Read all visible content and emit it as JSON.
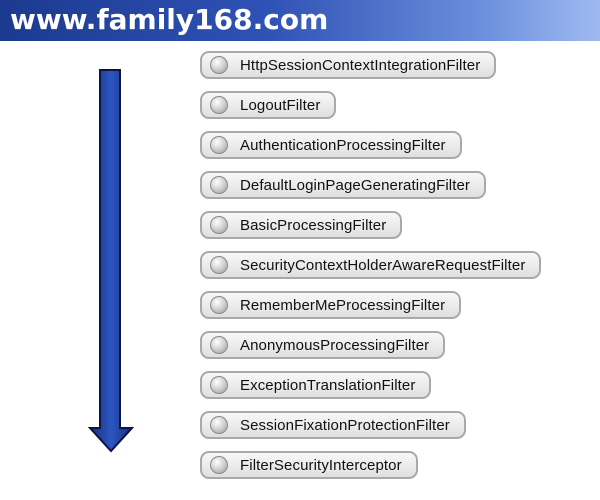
{
  "header": {
    "title": "www.family168.com"
  },
  "filters": [
    "HttpSessionContextIntegrationFilter",
    "LogoutFilter",
    "AuthenticationProcessingFilter",
    "DefaultLoginPageGeneratingFilter",
    "BasicProcessingFilter",
    "SecurityContextHolderAwareRequestFilter",
    "RememberMeProcessingFilter",
    "AnonymousProcessingFilter",
    "ExceptionTranslationFilter",
    "SessionFixationProtectionFilter",
    "FilterSecurityInterceptor"
  ],
  "colors": {
    "arrow": "#1f3f9a",
    "header_start": "#1b3a8f",
    "header_end": "#9fbaf0"
  }
}
